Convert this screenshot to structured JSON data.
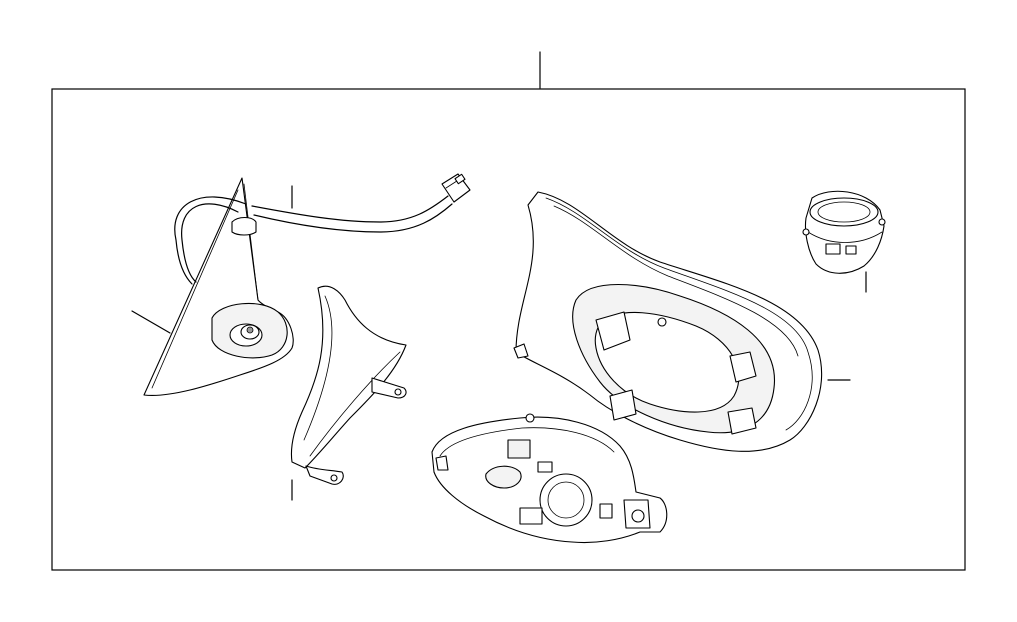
{
  "diagram": {
    "parts": [
      {
        "id": "mirror-base-triangle",
        "icon": "mirror-base-icon"
      },
      {
        "id": "wiring-cable-connector",
        "icon": "cable-connector-icon"
      },
      {
        "id": "mirror-cover-trim",
        "icon": "cover-trim-icon"
      },
      {
        "id": "mirror-housing",
        "icon": "mirror-housing-icon"
      },
      {
        "id": "mirror-motor",
        "icon": "motor-icon"
      },
      {
        "id": "mirror-carrier-plate",
        "icon": "carrier-plate-icon"
      }
    ],
    "colors": {
      "line": "#000000",
      "background": "#ffffff",
      "shade": "#f3f3f3"
    }
  }
}
